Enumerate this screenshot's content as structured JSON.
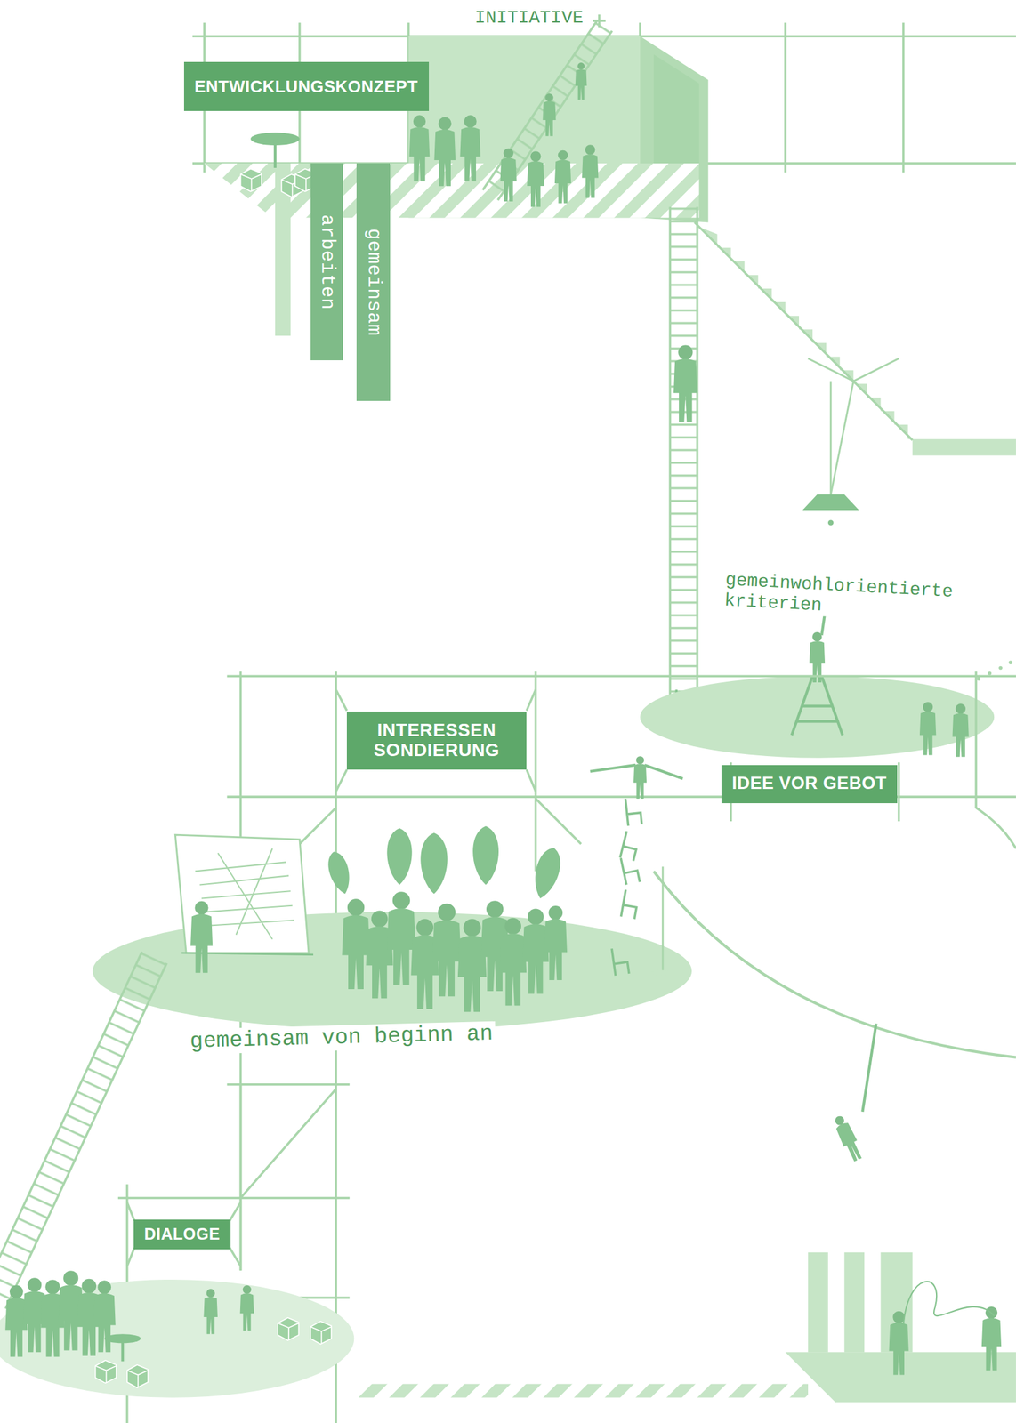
{
  "diagram": {
    "nodes": [
      {
        "text": [
          "ENTWICKLUNGSKONZEPT"
        ]
      },
      {
        "text": [
          "arbeiten"
        ]
      },
      {
        "text": [
          "gemeinsam"
        ]
      },
      {
        "text": [
          "IDEE VOR GEBOT"
        ]
      },
      {
        "text": [
          "INTERESSEN SONDIERUNG"
        ]
      },
      {
        "text": [
          "DIALOGE"
        ]
      }
    ],
    "labels": [
      "INITIATIVE",
      "gemeinwohlorientierte kriterien",
      "gemeinsam von beginn an"
    ]
  }
}
